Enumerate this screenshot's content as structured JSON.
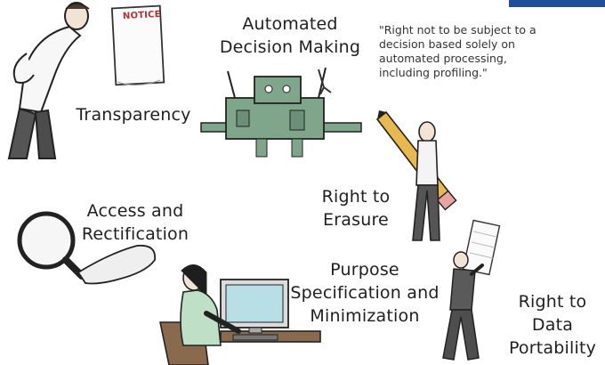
{
  "labels": {
    "transparency": "Transparency",
    "automated_line1": "Automated",
    "automated_line2": "Decision Making",
    "erasure_line1": "Right to",
    "erasure_line2": "Erasure",
    "access_line1": "Access and",
    "access_line2": "Rectification",
    "purpose_line1": "Purpose",
    "purpose_line2": "Specification and",
    "purpose_line3": "Minimization",
    "portability_line1": "Right to Data",
    "portability_line2": "Portability"
  },
  "notice_sign": "NOTICE",
  "quote": {
    "line1": "\"Right not to be subject to a",
    "line2": "decision based solely on",
    "line3": "automated processing,",
    "line4": "including profiling.\""
  },
  "colors": {
    "machine": "#7fa58a",
    "screen": "#b9dfe6",
    "pencil": "#e8b94e",
    "ink": "#1f1f1f",
    "accent_tab": "#1f4f9c"
  }
}
